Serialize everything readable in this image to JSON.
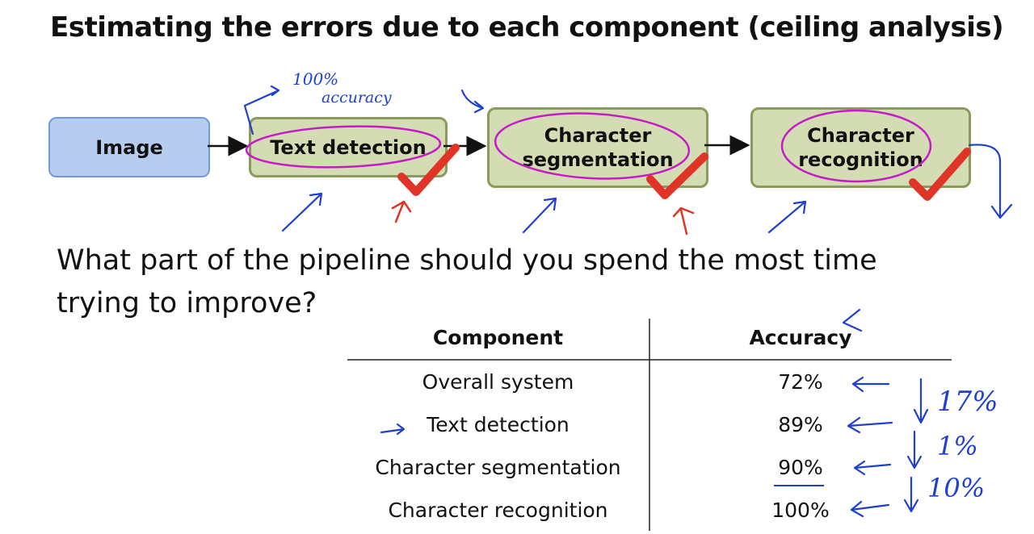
{
  "title": "Estimating the errors due to each component (ceiling analysis)",
  "pipeline": {
    "image": "Image",
    "text_detection": "Text detection",
    "char_segmentation_line1": "Character",
    "char_segmentation_line2": "segmentation",
    "char_recognition_line1": "Character",
    "char_recognition_line2": "recognition"
  },
  "question_line1": "What part of the pipeline should you spend the most time",
  "question_line2": "trying to improve?",
  "table": {
    "header_component": "Component",
    "header_accuracy": "Accuracy",
    "rows": [
      {
        "component": "Overall system",
        "accuracy": "72%"
      },
      {
        "component": "Text detection",
        "accuracy": "89%"
      },
      {
        "component": "Character segmentation",
        "accuracy": "90%"
      },
      {
        "component": "Character recognition",
        "accuracy": "100%"
      }
    ]
  },
  "annotations": {
    "accuracy_note_line1": "100%",
    "accuracy_note_line2": "accuracy",
    "gap1": "17%",
    "gap2": "1%",
    "gap3": "10%"
  },
  "colors": {
    "ink_blue": "#1e3fd0",
    "ink_magenta": "#c51cc8",
    "check_red": "#e03426",
    "image_box_fill": "#b7cdf0",
    "component_box_fill": "#d4dcb4"
  },
  "icons": [
    "arrow-icon",
    "checkmark-icon",
    "handwritten-arrow-icon"
  ]
}
